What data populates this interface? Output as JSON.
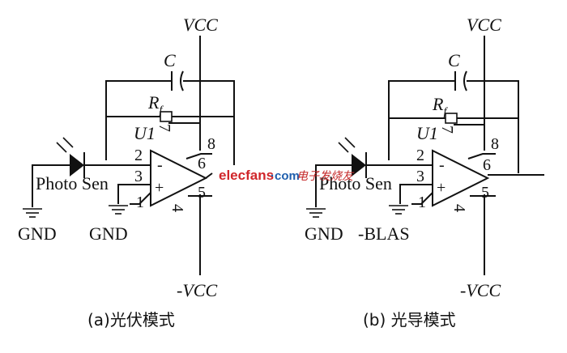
{
  "left": {
    "vcc": "VCC",
    "neg_vcc": "-VCC",
    "capacitor": "C",
    "resistor": "R",
    "resistor_sub": "f",
    "opamp": "U1",
    "pins": {
      "p2": "2",
      "p3": "3",
      "p1": "1",
      "p8": "8",
      "p6": "6",
      "p5": "5",
      "p7": "7",
      "p4": "4",
      "minus": "-",
      "plus": "+"
    },
    "sensor": "Photo Sen",
    "gnd_left": "GND",
    "gnd_mid": "GND",
    "caption": "(a)光伏模式"
  },
  "right": {
    "vcc": "VCC",
    "neg_vcc": "-VCC",
    "capacitor": "C",
    "resistor": "R",
    "resistor_sub": "f",
    "opamp": "U1",
    "pins": {
      "p2": "2",
      "p3": "3",
      "p1": "1",
      "p8": "8",
      "p6": "6",
      "p5": "5",
      "p7": "7",
      "p4": "4",
      "minus": "-",
      "plus": "+"
    },
    "sensor": "Photo Sen",
    "gnd_left": "GND",
    "bias": "-BLAS",
    "caption": "(b) 光导模式"
  },
  "watermark": {
    "site": "elecfans",
    "domain": "·com",
    "cn": "电子发烧友"
  },
  "colors": {
    "line": "#111111",
    "watermark_red": "#d0262a",
    "watermark_blue": "#1f5fae"
  }
}
